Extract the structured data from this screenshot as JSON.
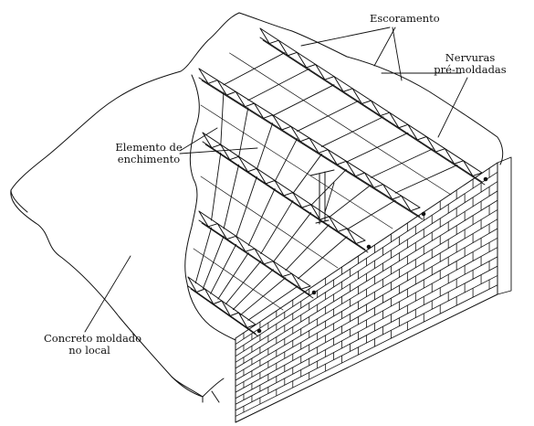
{
  "labels": {
    "escoramento": "Escoramento",
    "nervuras_line1": "Nervuras",
    "nervuras_line2": "pré-moldadas",
    "elemento_line1": "Elemento de",
    "elemento_line2": "enchimento",
    "concreto_line1": "Concreto moldado",
    "concreto_line2": "no local"
  }
}
